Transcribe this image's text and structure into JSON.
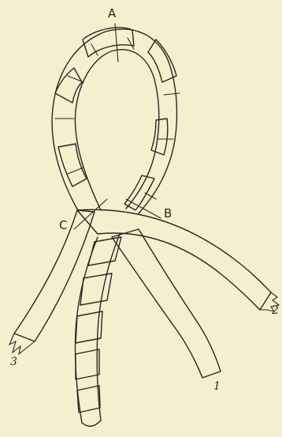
{
  "figure": {
    "labels": {
      "a": "A",
      "b": "B",
      "c": "C",
      "one": "1",
      "two": "2",
      "three": "3"
    }
  },
  "colors": {
    "paper": "#f3efcf",
    "ink": "#2a2621",
    "shade": "#8a8578"
  }
}
